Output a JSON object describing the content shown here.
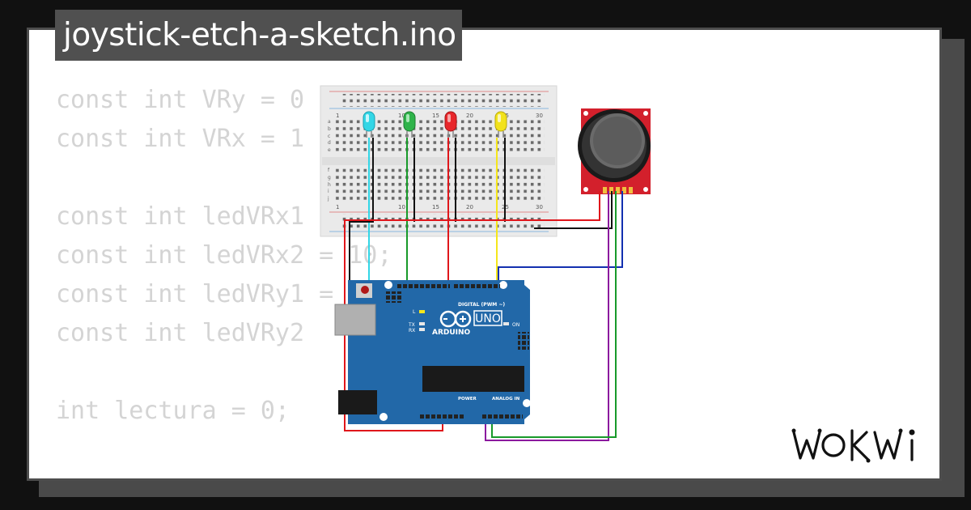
{
  "page": {
    "title": "joystick-etch-a-sketch.ino",
    "background": "#111111",
    "card_color": "#ffffff"
  },
  "code": {
    "lines": [
      "const int VRy = 0",
      "const int VRx = 1",
      "",
      "const int ledVRx1",
      "const int ledVRx2 = 10;",
      "const int ledVRy1 =",
      "const int ledVRy2",
      "",
      "int lectura = 0;"
    ],
    "color": "#d4d4d4"
  },
  "breadboard": {
    "column_labels": [
      "1",
      "10",
      "15",
      "20",
      "25",
      "30"
    ],
    "row_labels_top": [
      "a",
      "b",
      "c",
      "d",
      "e"
    ],
    "row_labels_bottom": [
      "f",
      "g",
      "h",
      "i",
      "j"
    ]
  },
  "leds": [
    {
      "color": "#33d6e6",
      "name": "cyan"
    },
    {
      "color": "#2fb34a",
      "name": "green"
    },
    {
      "color": "#e8262a",
      "name": "red"
    },
    {
      "color": "#f2e21b",
      "name": "yellow"
    }
  ],
  "arduino": {
    "brand": "ARDUINO",
    "model": "UNO",
    "digital_label": "DIGITAL (PWM ~)",
    "analog_label": "ANALOG IN",
    "power_label": "POWER",
    "on_label": "ON",
    "tx_label": "TX",
    "rx_label": "RX",
    "l_label": "L",
    "board_color": "#2268a8"
  },
  "wires": {
    "cyan": "#33d6e6",
    "green": "#189a2a",
    "red": "#e0161b",
    "yellow": "#f5e61b",
    "black": "#111111",
    "blue": "#1330b0",
    "purple": "#8b1a9e"
  },
  "brand": {
    "logo_text": "WOKWI"
  }
}
